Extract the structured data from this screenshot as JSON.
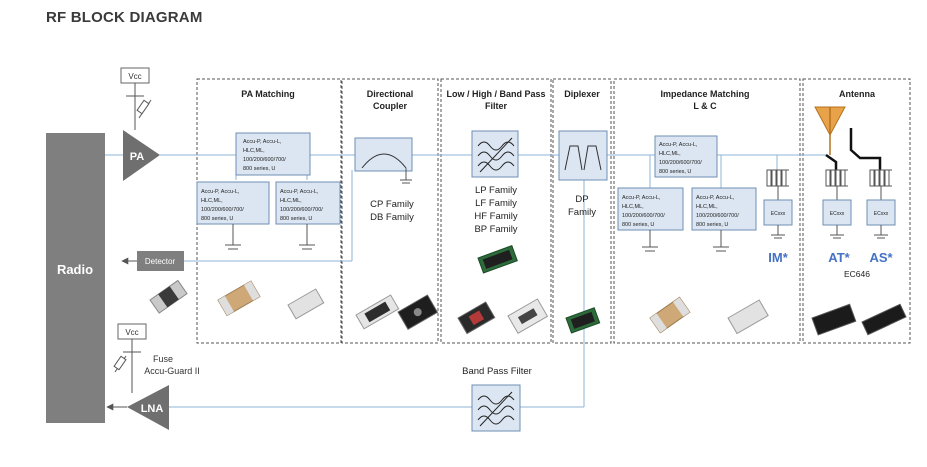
{
  "page_title": "RF BLOCK DIAGRAM",
  "colors": {
    "signal_line": "#8fb4d8",
    "box_fill": "#dce6f2",
    "box_border": "#6f8fb5",
    "radio": "#7f7f7f",
    "accent_blue": "#4472c4",
    "antenna_orange": "#e8a24a"
  },
  "radio": {
    "label": "Radio"
  },
  "pa": {
    "label": "PA"
  },
  "lna": {
    "label": "LNA"
  },
  "vcc_top": "Vcc",
  "vcc_bottom": "Vcc",
  "fuse": {
    "line1": "Fuse",
    "line2": "Accu-Guard II"
  },
  "detector": "Detector",
  "sections": {
    "pa_matching": {
      "title": "PA Matching"
    },
    "directional_coupler": {
      "title_line1": "Directional",
      "title_line2": "Coupler",
      "text_line1": "CP Family",
      "text_line2": "DB Family"
    },
    "filter": {
      "title_line1": "Low / High / Band Pass",
      "title_line2": "Filter",
      "lines": [
        "LP Family",
        "LF Family",
        "HF Family",
        "BP Family"
      ]
    },
    "diplexer": {
      "title": "Diplexer",
      "text_line1": "DP",
      "text_line2": "Family"
    },
    "impedance_matching": {
      "title_line1": "Impedance Matching",
      "title_line2": "L & C"
    },
    "antenna": {
      "title": "Antenna",
      "part": "EC646"
    }
  },
  "component_boxes": {
    "pa_top": [
      "Accu-P, Accu-L,",
      "HLC,ML,",
      "100/200/600/700/",
      "800 series, U"
    ],
    "pa_left": [
      "Accu-P, Accu-L,",
      "HLC,ML,",
      "100/200/600/700/",
      "800 series, U"
    ],
    "pa_right": [
      "Accu-P, Accu-L,",
      "HLC,ML,",
      "100/200/600/700/",
      "800 series, U"
    ],
    "im_top": [
      "Accu-P, Accu-L,",
      "HLC,ML,",
      "100/200/600/700/",
      "800 series, U"
    ],
    "im_left": [
      "Accu-P, Accu-L,",
      "HLC,ML,",
      "100/200/600/700/",
      "800 series, U"
    ],
    "im_right": [
      "Accu-P, Accu-L,",
      "HLC,ML,",
      "100/200/600/700/",
      "800 series, U"
    ]
  },
  "ecxxx": "ECxxx",
  "labels": {
    "im": "IM*",
    "at": "AT*",
    "as": "AS*"
  },
  "band_pass_filter": "Band Pass Filter"
}
